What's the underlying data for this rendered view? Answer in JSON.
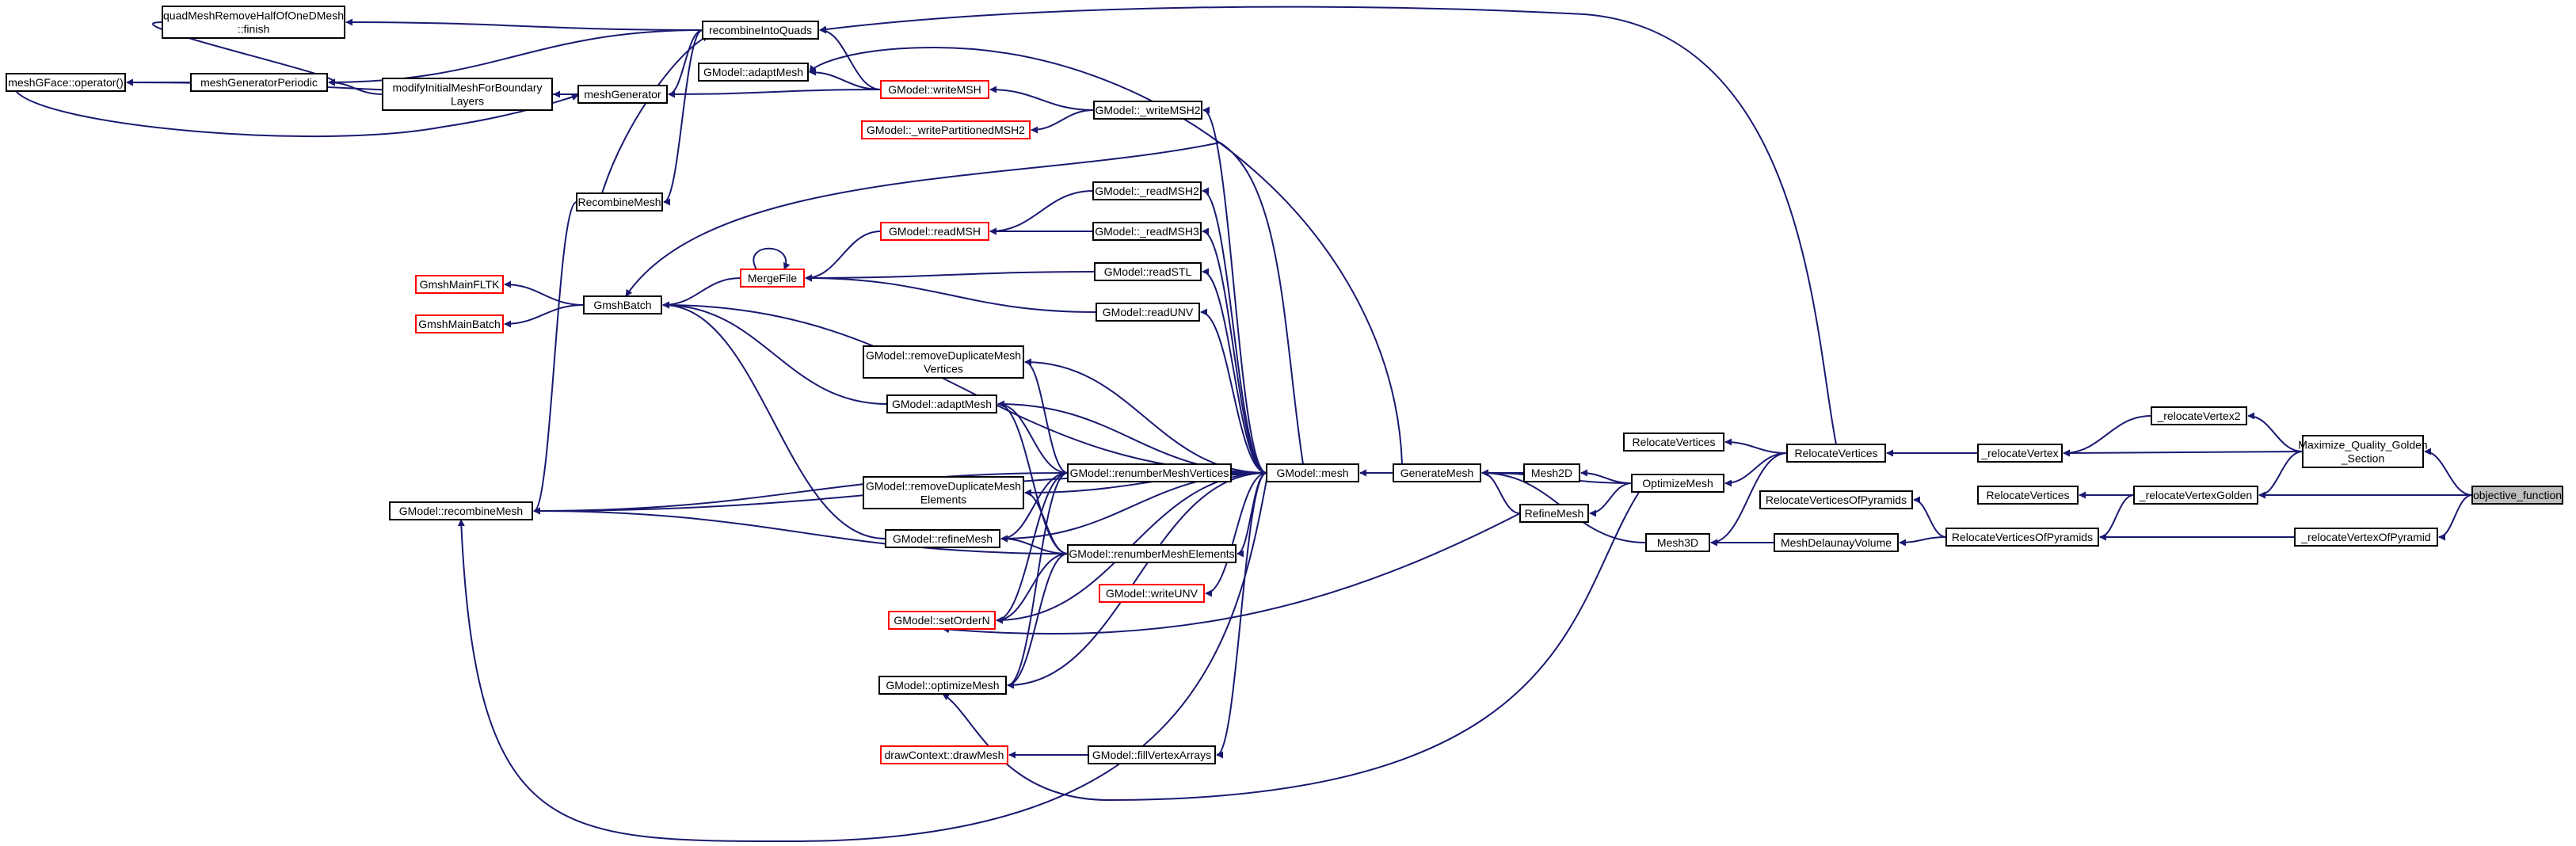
{
  "nodes": [
    {
      "id": "objective_function",
      "label": [
        "objective_function"
      ],
      "focus": true
    },
    {
      "id": "maximize_quality",
      "label": [
        "Maximize_Quality_Golden",
        "_Section"
      ]
    },
    {
      "id": "relocate_vertex_of_pyramid",
      "label": [
        "_relocateVertexOfPyramid"
      ]
    },
    {
      "id": "relocate_vertex2",
      "label": [
        "_relocateVertex2"
      ]
    },
    {
      "id": "relocate_vertex",
      "label": [
        "_relocateVertex"
      ]
    },
    {
      "id": "relocate_vertex_golden",
      "label": [
        "_relocateVertexGolden"
      ]
    },
    {
      "id": "relocate_vertices_a",
      "label": [
        "RelocateVertices"
      ]
    },
    {
      "id": "relocate_vertices_c",
      "label": [
        "RelocateVertices"
      ]
    },
    {
      "id": "relocate_vertices_b",
      "label": [
        "RelocateVertices"
      ]
    },
    {
      "id": "relocate_vertices_of_pyramids",
      "label": [
        "RelocateVerticesOfPyramids"
      ]
    },
    {
      "id": "relocate_vertices_of_pyramids_b",
      "label": [
        "RelocateVerticesOfPyramids"
      ]
    },
    {
      "id": "mesh_delaunay_volume",
      "label": [
        "MeshDelaunayVolume"
      ]
    },
    {
      "id": "optimize_mesh",
      "label": [
        "OptimizeMesh"
      ]
    },
    {
      "id": "mesh3d",
      "label": [
        "Mesh3D"
      ]
    },
    {
      "id": "mesh2d",
      "label": [
        "Mesh2D"
      ]
    },
    {
      "id": "refine_mesh",
      "label": [
        "RefineMesh"
      ]
    },
    {
      "id": "generate_mesh",
      "label": [
        "GenerateMesh"
      ]
    },
    {
      "id": "gmodel_mesh",
      "label": [
        "GModel::mesh"
      ]
    },
    {
      "id": "renumber_vertices",
      "label": [
        "GModel::renumberMeshVertices"
      ]
    },
    {
      "id": "renumber_elements",
      "label": [
        "GModel::renumberMeshElements"
      ]
    },
    {
      "id": "write_unv",
      "label": [
        "GModel::writeUNV"
      ],
      "red": true
    },
    {
      "id": "fill_vertex_arrays",
      "label": [
        "GModel::fillVertexArrays"
      ]
    },
    {
      "id": "draw_context",
      "label": [
        "drawContext::drawMesh"
      ],
      "red": true
    },
    {
      "id": "write_msh2",
      "label": [
        "GModel::_writeMSH2"
      ]
    },
    {
      "id": "write_msh",
      "label": [
        "GModel::writeMSH"
      ],
      "red": true
    },
    {
      "id": "write_partitioned",
      "label": [
        "GModel::_writePartitionedMSH2"
      ],
      "red": true
    },
    {
      "id": "read_msh2",
      "label": [
        "GModel::_readMSH2"
      ]
    },
    {
      "id": "read_msh3",
      "label": [
        "GModel::_readMSH3"
      ]
    },
    {
      "id": "read_msh",
      "label": [
        "GModel::readMSH"
      ],
      "red": true
    },
    {
      "id": "read_stl",
      "label": [
        "GModel::readSTL"
      ]
    },
    {
      "id": "read_unv",
      "label": [
        "GModel::readUNV"
      ]
    },
    {
      "id": "merge_file",
      "label": [
        "MergeFile"
      ],
      "red": true
    },
    {
      "id": "remove_dup_vertices",
      "label": [
        "GModel::removeDuplicateMesh",
        "Vertices"
      ]
    },
    {
      "id": "adapt_mesh_mid",
      "label": [
        "GModel::adaptMesh"
      ]
    },
    {
      "id": "remove_dup_elements",
      "label": [
        "GModel::removeDuplicateMesh",
        "Elements"
      ]
    },
    {
      "id": "refine_mesh_gmodel",
      "label": [
        "GModel::refineMesh"
      ]
    },
    {
      "id": "set_order_n",
      "label": [
        "GModel::setOrderN"
      ],
      "red": true
    },
    {
      "id": "gmodel_optimize_mesh",
      "label": [
        "GModel::optimizeMesh"
      ]
    },
    {
      "id": "adapt_mesh_top",
      "label": [
        "GModel::adaptMesh"
      ]
    },
    {
      "id": "recombine_into_quads",
      "label": [
        "recombineIntoQuads"
      ]
    },
    {
      "id": "mesh_generator",
      "label": [
        "meshGenerator"
      ]
    },
    {
      "id": "recombine_mesh",
      "label": [
        "RecombineMesh"
      ]
    },
    {
      "id": "gmsh_batch",
      "label": [
        "GmshBatch"
      ]
    },
    {
      "id": "gmsh_main_fltk",
      "label": [
        "GmshMainFLTK"
      ],
      "red": true
    },
    {
      "id": "gmsh_main_batch",
      "label": [
        "GmshMainBatch"
      ],
      "red": true
    },
    {
      "id": "gmodel_recombine_mesh",
      "label": [
        "GModel::recombineMesh"
      ]
    },
    {
      "id": "quad_mesh_remove",
      "label": [
        "quadMeshRemoveHalfOfOneDMesh",
        "::finish"
      ]
    },
    {
      "id": "mesh_generator_periodic",
      "label": [
        "meshGeneratorPeriodic"
      ]
    },
    {
      "id": "modify_initial_mesh",
      "label": [
        "modifyInitialMeshForBoundary",
        "Layers"
      ]
    },
    {
      "id": "mesh_gface",
      "label": [
        "meshGFace::operator()"
      ]
    }
  ]
}
